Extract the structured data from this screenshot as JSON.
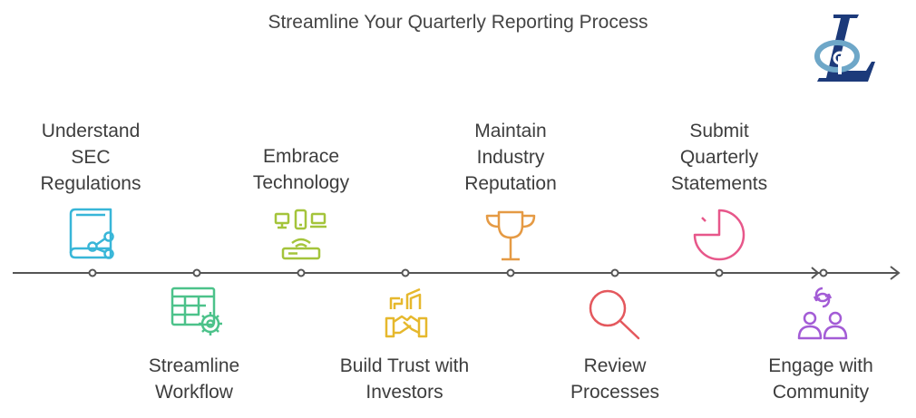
{
  "title": "Streamline Your Quarterly Reporting Process",
  "colors": {
    "axis": "#555555",
    "step1": "#38b6d8",
    "step2": "#4cc28a",
    "step3": "#a4c43b",
    "step4": "#e6b82d",
    "step5": "#e59a44",
    "step6": "#e4585d",
    "step7": "#e7578a",
    "step8": "#a35cd6",
    "logo_blue": "#1c3a7a",
    "logo_light": "#6ea7c8"
  },
  "steps": [
    {
      "lines": [
        "Understand",
        "SEC",
        "Regulations"
      ],
      "icon": "book-share-icon"
    },
    {
      "lines": [
        "Streamline",
        "Workflow"
      ],
      "icon": "spreadsheet-gear-icon"
    },
    {
      "lines": [
        "Embrace",
        "Technology"
      ],
      "icon": "devices-router-icon"
    },
    {
      "lines": [
        "Build Trust with",
        "Investors"
      ],
      "icon": "handshake-icon"
    },
    {
      "lines": [
        "Maintain",
        "Industry",
        "Reputation"
      ],
      "icon": "trophy-icon"
    },
    {
      "lines": [
        "Review",
        "Processes"
      ],
      "icon": "magnifier-icon"
    },
    {
      "lines": [
        "Submit",
        "Quarterly",
        "Statements"
      ],
      "icon": "pie-chart-icon"
    },
    {
      "lines": [
        "Engage with",
        "Community"
      ],
      "icon": "community-icon"
    }
  ],
  "logo": {
    "letter": "L",
    "icon": "lp-logo-icon"
  }
}
